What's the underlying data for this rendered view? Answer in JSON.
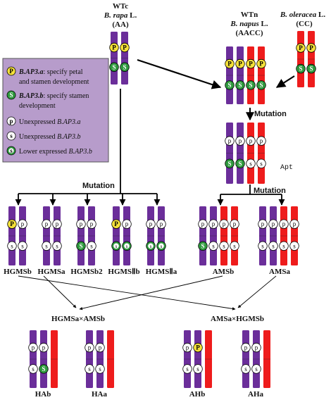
{
  "colors": {
    "a_genome": "#6b2e9a",
    "c_genome": "#ee1c1c",
    "legend_bg": "#b79ccb",
    "p_expressed": "#f5e13a",
    "s_expressed": "#2f9a3e",
    "s_lower": "#2f9a3e",
    "unexpressed": "#ffffff"
  },
  "parents": {
    "wtc": {
      "name": "WTc",
      "species": "B. rapa",
      "species_suffix": " L.",
      "genome": "(AA)"
    },
    "wtn": {
      "name": "WTn",
      "species": "B. napus",
      "species_suffix": " L.",
      "genome": "(AACC)"
    },
    "oleracea": {
      "species": "B. oleracea",
      "species_suffix": " L.",
      "genome": "(CC)"
    }
  },
  "legend": {
    "p_gene": "B.AP3.a",
    "p_desc_line1": ": specify petal",
    "p_desc_line2": "and stamen development",
    "s_gene": "B.AP3.b",
    "s_desc_line1": ": specify stamen",
    "s_desc_line2": "development",
    "unexp_a_prefix": "Unexpressed ",
    "unexp_a_gene": "B.AP3.a",
    "unexp_b_prefix": "Unexpressed ",
    "unexp_b_gene": "B.AP3.b",
    "lower_prefix": "Lower expressed ",
    "lower_gene": "B.AP3.b",
    "glyph_p": "P",
    "glyph_s": "S",
    "glyph_p_low": "p",
    "glyph_s_low": "s"
  },
  "labels": {
    "mutation": "Mutation",
    "apt": "Apt"
  },
  "lines": {
    "hgms_b": "HGMSb",
    "hgms_a": "HGMSa",
    "hgms_b2": "HGMSb2",
    "hgms_iib": "HGMSⅡb",
    "hgms_iia": "HGMSⅡa",
    "ams_b": "AMSb",
    "ams_a": "AMSa"
  },
  "crosses": {
    "left": "HGMSa×AMSb",
    "right": "AMSa×HGMSb"
  },
  "progeny": {
    "hab": "HAb",
    "haa": "HAa",
    "ahb": "AHb",
    "aha": "AHa"
  }
}
